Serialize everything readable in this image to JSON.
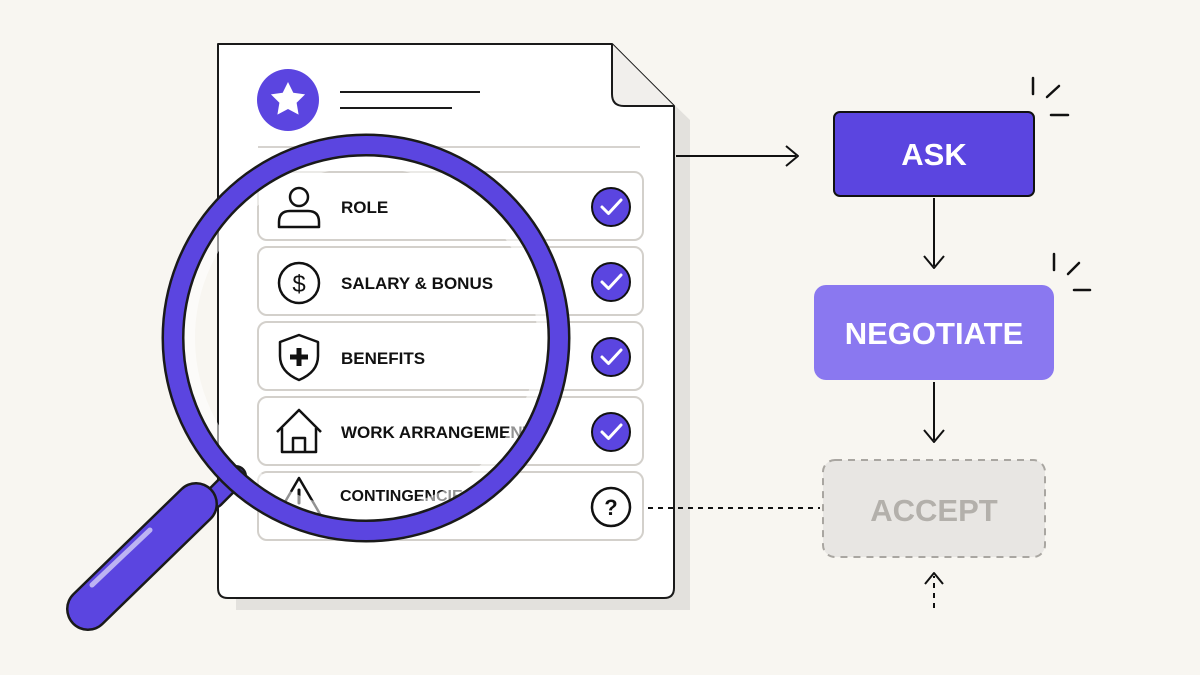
{
  "document": {
    "checklist": [
      {
        "label": "ROLE",
        "icon": "person-icon",
        "status": "checked"
      },
      {
        "label": "SALARY & BONUS",
        "icon": "dollar-coin-icon",
        "status": "checked"
      },
      {
        "label": "BENEFITS",
        "icon": "shield-plus-icon",
        "status": "checked"
      },
      {
        "label": "WORK ARRANGEMENT",
        "icon": "house-icon",
        "status": "checked"
      },
      {
        "label": "CONTINGENCIES",
        "icon": "warning-triangle-icon",
        "status": "question"
      }
    ]
  },
  "flow": {
    "steps": [
      {
        "label": "ASK",
        "state": "active"
      },
      {
        "label": "NEGOTIATE",
        "state": "active-light"
      },
      {
        "label": "ACCEPT",
        "state": "pending"
      }
    ]
  },
  "colors": {
    "background": "#f8f6f1",
    "primary": "#5b45e0",
    "primary_light": "#8a78f0",
    "pending_fill": "#e8e6e3",
    "pending_text": "#b3b0ab",
    "ink": "#111111"
  }
}
